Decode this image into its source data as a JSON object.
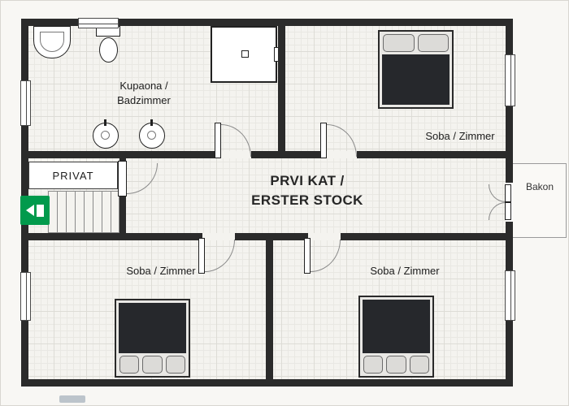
{
  "title": {
    "line1": "PRVI KAT /",
    "line2": "ERSTER STOCK"
  },
  "rooms": {
    "bathroom": {
      "line1": "Kupaona /",
      "line2": "Badzimmer"
    },
    "bedroom_top_right": {
      "label": "Soba / Zimmer"
    },
    "bedroom_bottom_left": {
      "label": "Soba / Zimmer"
    },
    "bedroom_bottom_right": {
      "label": "Soba / Zimmer"
    },
    "private_area": {
      "label": "PRIVAT"
    },
    "balcony": {
      "label": "Bakon"
    }
  },
  "icons": {
    "exit_sign": "green-emergency-exit (white arrow + door)",
    "bed": "double-bed with pillows and dark blanket",
    "toilet": "toilet with tank",
    "sink": "wash-basin",
    "shower": "shower-cabin square",
    "round_basin": "round basin/stool",
    "stairs": "staircase treads",
    "door": "door leaf with swing arc",
    "window": "wall window symbol"
  },
  "colors": {
    "wall": "#2b2b2b",
    "bed_blanket": "#26282c",
    "pillow": "#dcdbd8",
    "exit_green": "#019a4c",
    "floor": "#f4f3ef",
    "grid_line": "#dddcd6"
  }
}
